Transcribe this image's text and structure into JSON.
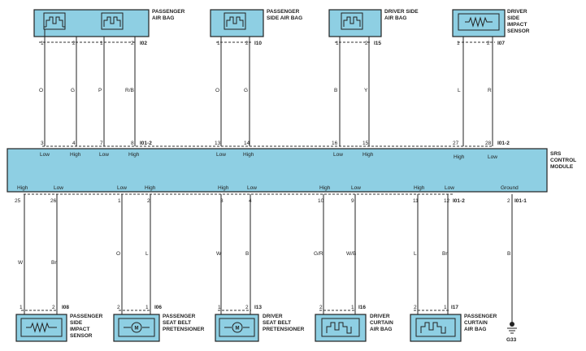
{
  "module": {
    "label": [
      "SRS",
      "CONTROL",
      "MODULE"
    ]
  },
  "top_components": [
    {
      "id": "passenger-air-bag",
      "label": [
        "PASSENGER",
        "AIR BAG"
      ],
      "connector": "I02",
      "pins": [
        "1",
        "2",
        "1",
        "2"
      ],
      "colors": [
        "O",
        "G",
        "P",
        "R/B"
      ],
      "module_pins": [
        "3",
        "4",
        "7",
        "8"
      ],
      "signals": [
        "Low",
        "High",
        "Low",
        "High"
      ],
      "module_connector": "I01-2"
    },
    {
      "id": "passenger-side-air-bag",
      "label": [
        "PASSENGER",
        "SIDE AIR BAG"
      ],
      "connector": "I10",
      "pins": [
        "1",
        "2"
      ],
      "colors": [
        "O",
        "G"
      ],
      "module_pins": [
        "13",
        "14"
      ],
      "signals": [
        "Low",
        "High"
      ]
    },
    {
      "id": "driver-side-air-bag",
      "label": [
        "DRIVER SIDE",
        "AIR BAG"
      ],
      "connector": "I15",
      "pins": [
        "1",
        "2"
      ],
      "colors": [
        "B",
        "Y"
      ],
      "module_pins": [
        "16",
        "15"
      ],
      "signals": [
        "Low",
        "High"
      ]
    },
    {
      "id": "driver-side-impact-sensor",
      "label": [
        "DRIVER",
        "SIDE",
        "IMPACT",
        "SENSOR"
      ],
      "connector": "I07",
      "pins": [
        "1",
        "2"
      ],
      "colors": [
        "L",
        "R"
      ],
      "module_pins": [
        "27",
        "28"
      ],
      "signals": [
        "High",
        "Low"
      ],
      "module_connector": "I01-2"
    }
  ],
  "bottom_components": [
    {
      "id": "passenger-side-impact-sensor",
      "label": [
        "PASSENGER",
        "SIDE",
        "IMPACT",
        "SENSOR"
      ],
      "connector": "I08",
      "pins": [
        "1",
        "2"
      ],
      "colors": [
        "W",
        "Br"
      ],
      "module_pins": [
        "25",
        "26"
      ],
      "signals": [
        "High",
        "Low"
      ]
    },
    {
      "id": "passenger-seat-belt-pretensioner",
      "label": [
        "PASSENGER",
        "SEAT BELT",
        "PRETENSIONER"
      ],
      "connector": "I06",
      "pins": [
        "2",
        "1"
      ],
      "colors": [
        "O",
        "L"
      ],
      "module_pins": [
        "1",
        "2"
      ],
      "signals": [
        "Low",
        "High"
      ]
    },
    {
      "id": "driver-seat-belt-pretensioner",
      "label": [
        "DRIVER",
        "SEAT BELT",
        "PRETENSIONER"
      ],
      "connector": "I13",
      "pins": [
        "1",
        "2"
      ],
      "colors": [
        "W",
        "B"
      ],
      "module_pins": [
        "3",
        "4"
      ],
      "signals": [
        "High",
        "Low"
      ]
    },
    {
      "id": "driver-curtain-air-bag",
      "label": [
        "DRIVER",
        "CURTAIN",
        "AIR BAG"
      ],
      "connector": "I16",
      "pins": [
        "2",
        "1"
      ],
      "colors": [
        "G/R",
        "W/B"
      ],
      "module_pins": [
        "10",
        "9"
      ],
      "signals": [
        "High",
        "Low"
      ]
    },
    {
      "id": "passenger-curtain-air-bag",
      "label": [
        "PASSENGER",
        "CURTAIN",
        "AIR BAG"
      ],
      "connector": "I17",
      "pins": [
        "2",
        "1"
      ],
      "colors": [
        "L",
        "Br"
      ],
      "module_pins": [
        "11",
        "12"
      ],
      "signals": [
        "High",
        "Low"
      ],
      "module_connector": "I01-2"
    }
  ],
  "ground": {
    "signal": "Ground",
    "module_pin": "2",
    "module_connector": "I01-1",
    "wire_color": "B",
    "ground_id": "G33"
  }
}
